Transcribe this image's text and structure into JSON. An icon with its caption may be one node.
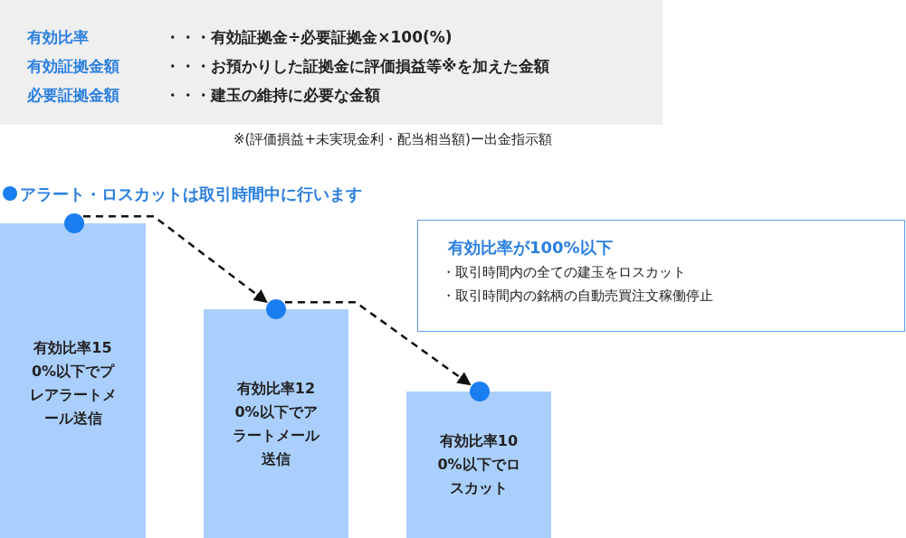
{
  "diagram": {
    "nodes": [
      {
        "text": [
          "有効比率150%以下でプレアラートメール送信"
        ]
      },
      {
        "text": [],
        "shape": "circle"
      },
      {
        "text": [
          "有効比率120%以下でアラートメール送信"
        ]
      },
      {
        "text": [],
        "shape": "circle"
      },
      {
        "text": [
          "有効比率100%以下でロスカット"
        ]
      },
      {
        "text": [],
        "shape": "circle"
      },
      {
        "text": [
          "有効比率が100%以下",
          "・取引時間内の全ての建玉をロスカット",
          "・取引時間内の銘柄の自動売買注文稼働停止"
        ]
      }
    ],
    "edges": [
      {
        "from": 1,
        "to": 3,
        "arrow": "to",
        "style": "dashed"
      },
      {
        "from": 3,
        "to": 5,
        "arrow": "to",
        "style": "dashed"
      }
    ],
    "labels": [
      "有効比率",
      "・・・有効証拠金÷必要証拠金×100(%)",
      "有効証拠金額",
      "・・・お預かりした証拠金に評価損益等※を加えた金額",
      "必要証拠金額",
      "・・・建玉の維持に必要な金額",
      "※(評価損益+未実現金利・配当相当額)ー出金指示額",
      "アラート・ロスカットは取引時間中に行います"
    ]
  }
}
